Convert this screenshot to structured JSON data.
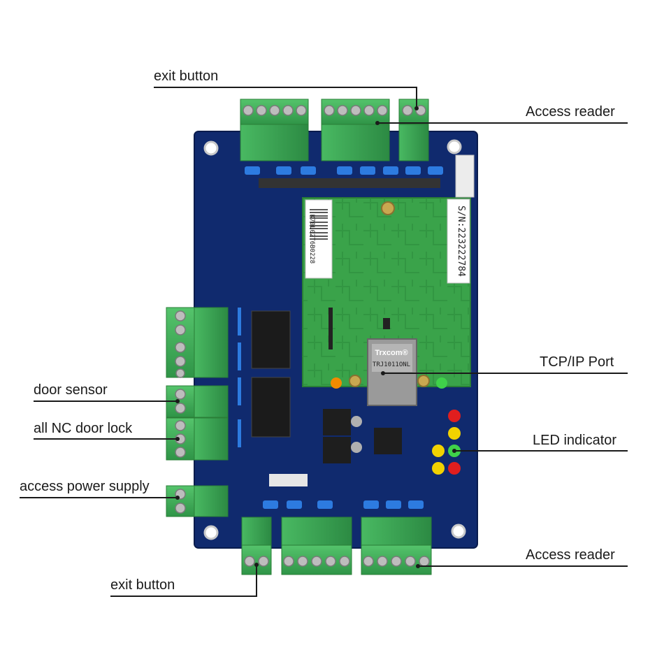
{
  "labels": {
    "exit_button_top": "exit button",
    "access_reader_top": "Access reader",
    "tcp_ip_port": "TCP/IP Port",
    "led_indicator": "LED indicator",
    "door_sensor": "door sensor",
    "all_nc_door_lock": "all NC door lock",
    "access_power_supply": "access power supply",
    "exit_button_bottom": "exit button",
    "access_reader_bottom": "Access reader"
  },
  "board": {
    "serial_number": "S/N:223222784",
    "barcode_text": "K70L02T6B0228",
    "ethernet_brand": "Trxcom®",
    "ethernet_model": "TRJ1011ONL"
  },
  "colors": {
    "board_blue": "#102a6e",
    "module_green": "#3aa34a",
    "terminal_green": "#3fae5a",
    "led_red": "#e01e1e",
    "led_yellow": "#f2d200",
    "led_green": "#3fd14a"
  }
}
